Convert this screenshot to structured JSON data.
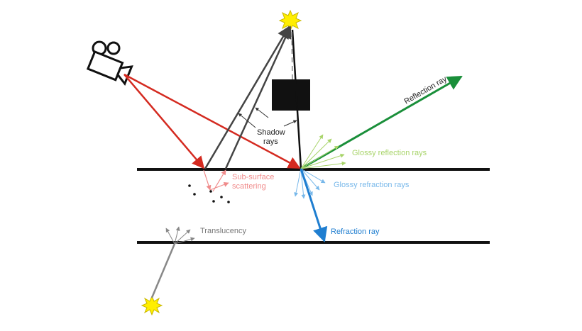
{
  "labels": {
    "shadow_rays": [
      "Shadow",
      "rays"
    ],
    "reflection_ray": "Reflection ray",
    "glossy_reflection": "Glossy reflection rays",
    "glossy_refraction": "Glossy refraction rays",
    "refraction_ray": "Refraction ray",
    "sub_surface": [
      "Sub-surface",
      "scattering"
    ],
    "translucency": "Translucency"
  },
  "colors": {
    "surface": "#111111",
    "camera_ray": "#d42a20",
    "shadow_ray": "#444444",
    "reflection": "#1a8f3a",
    "glossy_reflection": "#a8d46a",
    "glossy_refraction": "#78b8ea",
    "refraction": "#1f7ed0",
    "sub_surface": "#f08b8b",
    "translucency": "#888888",
    "light": "#ffee00",
    "occluder": "#111111"
  },
  "icons": {
    "camera": "video-camera-icon",
    "light": "light-source-icon"
  }
}
